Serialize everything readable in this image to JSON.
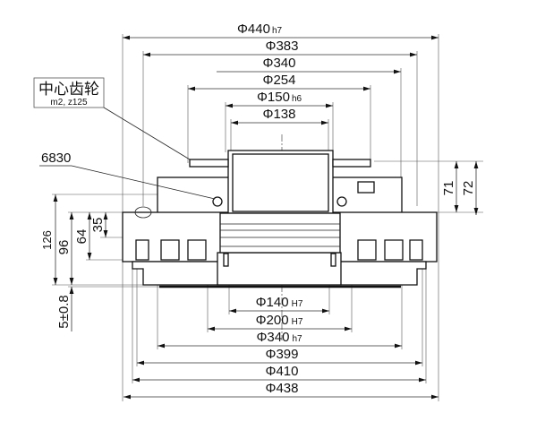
{
  "callout_gear": {
    "title": "中心齿轮",
    "spec": "m2, z125"
  },
  "callout_bearing": "6830",
  "top_dims": [
    {
      "value": "Φ440",
      "tol": "h7"
    },
    {
      "value": "Φ383",
      "tol": ""
    },
    {
      "value": "Φ340",
      "tol": ""
    },
    {
      "value": "Φ254",
      "tol": ""
    },
    {
      "value": "Φ150",
      "tol": "h6"
    },
    {
      "value": "Φ138",
      "tol": ""
    }
  ],
  "bottom_dims": [
    {
      "value": "Φ140",
      "tol": "H7"
    },
    {
      "value": "Φ200",
      "tol": "H7"
    },
    {
      "value": "Φ340",
      "tol": "h7"
    },
    {
      "value": "Φ399",
      "tol": ""
    },
    {
      "value": "Φ410",
      "tol": ""
    },
    {
      "value": "Φ438",
      "tol": ""
    }
  ],
  "right_dims": [
    "71",
    "72"
  ],
  "left_dims": [
    "126",
    "96",
    "64",
    "35",
    "5±0.8"
  ]
}
